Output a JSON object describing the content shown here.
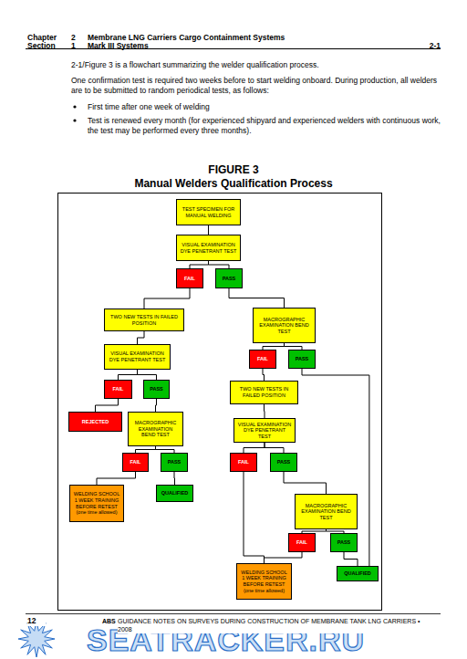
{
  "diagram": {
    "title": "FIGURE 3",
    "nodes": [
      {
        "text": [
          "TEST SPECIMEN FOR MANUAL WELDING"
        ]
      },
      {
        "text": [
          "VISUAL EXAMINATION DYE PENETRANT TEST"
        ]
      },
      {
        "text": [
          "FAIL"
        ]
      },
      {
        "text": [
          "PASS"
        ]
      },
      {
        "text": [
          "TWO NEW TESTS IN FAILED POSITION"
        ]
      },
      {
        "text": [
          "MACROGRAPHIC EXAMINATION BEND TEST"
        ]
      },
      {
        "text": [
          "VISUAL EXAMINATION DYE PENETRANT TEST"
        ]
      },
      {
        "text": [
          "FAIL"
        ]
      },
      {
        "text": [
          "PASS"
        ]
      },
      {
        "text": [
          "TWO NEW TESTS IN FAILED POSITION"
        ]
      },
      {
        "text": [
          "FAIL"
        ]
      },
      {
        "text": [
          "PASS"
        ]
      },
      {
        "text": [
          "VISUAL EXAMINATION DYE PENETRANT TEST"
        ]
      },
      {
        "text": [
          "REJECTED"
        ]
      },
      {
        "text": [
          "MACROGRAPHIC EXAMINATION BEND TEST"
        ]
      },
      {
        "text": [
          "FAIL"
        ]
      },
      {
        "text": [
          "PASS"
        ]
      },
      {
        "text": [
          "FAIL"
        ]
      },
      {
        "text": [
          "PASS"
        ]
      },
      {
        "text": [
          "MACROGRAPHIC EXAMINATION BEND TEST"
        ]
      },
      {
        "text": [
          "WELDING SCHOOL",
          "1 WEEK TRAINING BEFORE RETEST (one time allowed)"
        ]
      },
      {
        "text": [
          "QUALIFIED"
        ]
      },
      {
        "text": [
          "FAIL"
        ]
      },
      {
        "text": [
          "PASS"
        ]
      },
      {
        "text": [
          "WELDING SCHOOL",
          "1 WEEK TRAINING BEFORE RETEST (one time allowed)"
        ]
      },
      {
        "text": [
          "QUALIFIED"
        ]
      }
    ],
    "edges": [
      {
        "from": 0,
        "to": 1,
        "arrow": "none"
      },
      {
        "from": 1,
        "to": 2,
        "arrow": "none"
      },
      {
        "from": 1,
        "to": 3,
        "arrow": "none"
      },
      {
        "from": 2,
        "to": 4,
        "arrow": "none"
      },
      {
        "from": 3,
        "to": 5,
        "arrow": "none"
      },
      {
        "from": 4,
        "to": 6,
        "arrow": "none"
      },
      {
        "from": 5,
        "to": 7,
        "arrow": "none"
      },
      {
        "from": 5,
        "to": 8,
        "arrow": "none"
      },
      {
        "from": 6,
        "to": 10,
        "arrow": "none"
      },
      {
        "from": 6,
        "to": 11,
        "arrow": "none"
      },
      {
        "from": 7,
        "to": 9,
        "arrow": "none"
      },
      {
        "from": 8,
        "to": 25,
        "arrow": "none"
      },
      {
        "from": 9,
        "to": 12,
        "arrow": "none"
      },
      {
        "from": 10,
        "to": 13,
        "arrow": "none"
      },
      {
        "from": 11,
        "to": 14,
        "arrow": "none"
      },
      {
        "from": 12,
        "to": 15,
        "arrow": "none"
      },
      {
        "from": 12,
        "to": 16,
        "arrow": "none"
      },
      {
        "from": 14,
        "to": 17,
        "arrow": "none"
      },
      {
        "from": 14,
        "to": 18,
        "arrow": "none"
      },
      {
        "from": 15,
        "to": 24,
        "arrow": "none"
      },
      {
        "from": 16,
        "to": 19,
        "arrow": "none"
      },
      {
        "from": 17,
        "to": 20,
        "arrow": "none"
      },
      {
        "from": 18,
        "to": 21,
        "arrow": "none"
      },
      {
        "from": 19,
        "to": 22,
        "arrow": "none"
      },
      {
        "from": 19,
        "to": 23,
        "arrow": "none"
      },
      {
        "from": 22,
        "to": 24,
        "arrow": "none"
      },
      {
        "from": 23,
        "to": 25,
        "arrow": "none"
      }
    ],
    "labels": [
      "Chapter",
      "2",
      "Membrane LNG Carriers Cargo Containment Systems",
      "Section",
      "1",
      "Mark III Systems",
      "2-1",
      "2-1/Figure 3 is a flowchart summarizing the welder qualification process.",
      "One confirmation test is required two weeks before to start welding onboard. During production, all welders are to be submitted to random periodical tests, as follows:",
      "First time after one week of welding",
      "Test is renewed every month (for experienced shipyard and experienced welders with continuous work, the test may be performed every three months).",
      "Manual Welders Qualification Process",
      "12",
      "ABS",
      "GUIDANCE NOTES ON SURVEYS DURING CONSTRUCTION OF MEMBRANE TANK LNG CARRIERS • 2008",
      "SEATRACKER.RU"
    ]
  }
}
